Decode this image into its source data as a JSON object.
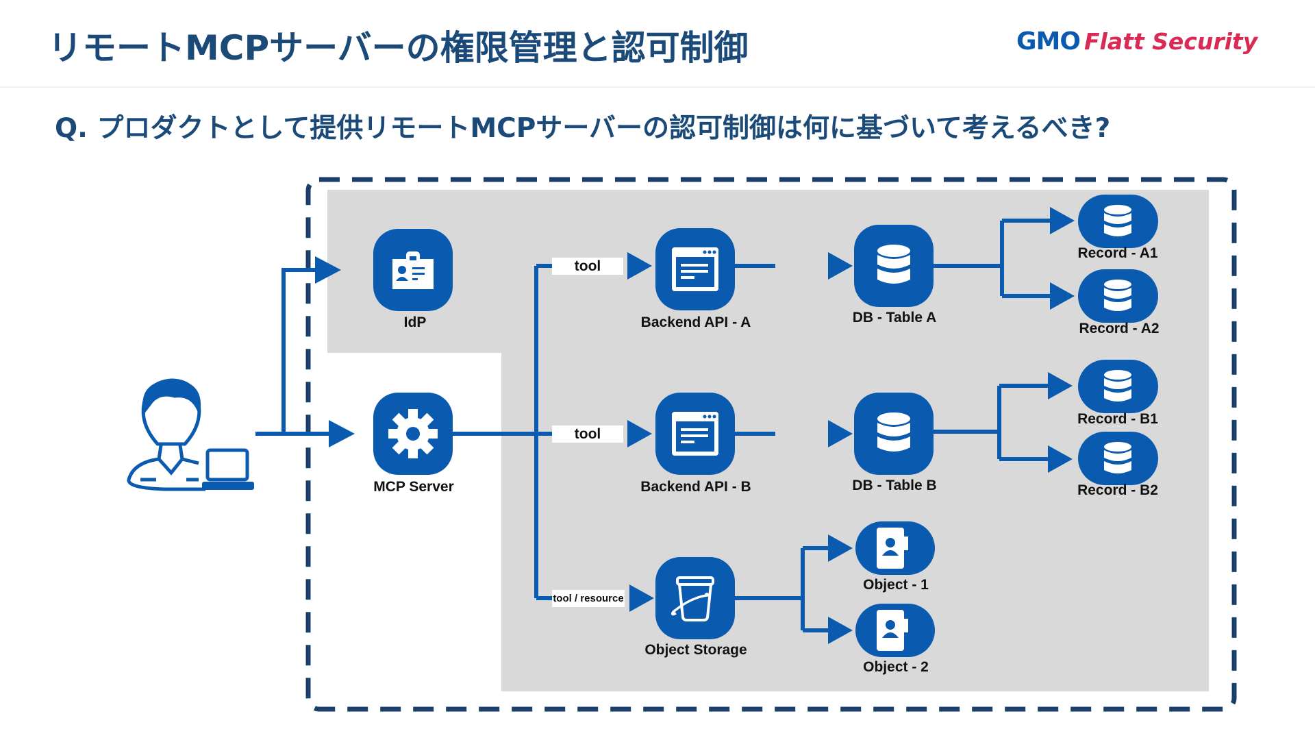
{
  "header": {
    "title": "リモートMCPサーバーの権限管理と認可制御",
    "logo_primary": "GMO",
    "logo_secondary": "Flatt Security"
  },
  "question": "Q. プロダクトとして提供リモートMCPサーバーの認可制御は何に基づいて考えるべき?",
  "colors": {
    "accent": "#0a5ab0",
    "title": "#1b4a78",
    "boundary": "#1b3f6b",
    "zone": "#d9d9d9",
    "logo_red": "#d82a53"
  },
  "nodes": {
    "user": {
      "icon": "user-with-laptop-icon"
    },
    "idp": {
      "label": "IdP",
      "icon": "id-badge-icon"
    },
    "mcp": {
      "label": "MCP Server",
      "icon": "gear-icon"
    },
    "api_a": {
      "label": "Backend API - A",
      "icon": "browser-window-icon"
    },
    "api_b": {
      "label": "Backend API - B",
      "icon": "browser-window-icon"
    },
    "storage": {
      "label": "Object Storage",
      "icon": "bucket-icon"
    },
    "db_a": {
      "label": "DB - Table A",
      "icon": "database-icon"
    },
    "db_b": {
      "label": "DB - Table B",
      "icon": "database-icon"
    },
    "rec_a1": {
      "label": "Record - A1",
      "icon": "database-icon"
    },
    "rec_a2": {
      "label": "Record - A2",
      "icon": "database-icon"
    },
    "rec_b1": {
      "label": "Record - B1",
      "icon": "database-icon"
    },
    "rec_b2": {
      "label": "Record - B2",
      "icon": "database-icon"
    },
    "obj_1": {
      "label": "Object - 1",
      "icon": "contact-file-icon"
    },
    "obj_2": {
      "label": "Object - 2",
      "icon": "contact-file-icon"
    }
  },
  "edges": {
    "to_api_a": "tool",
    "to_api_b": "tool",
    "to_storage": "tool / resource"
  }
}
